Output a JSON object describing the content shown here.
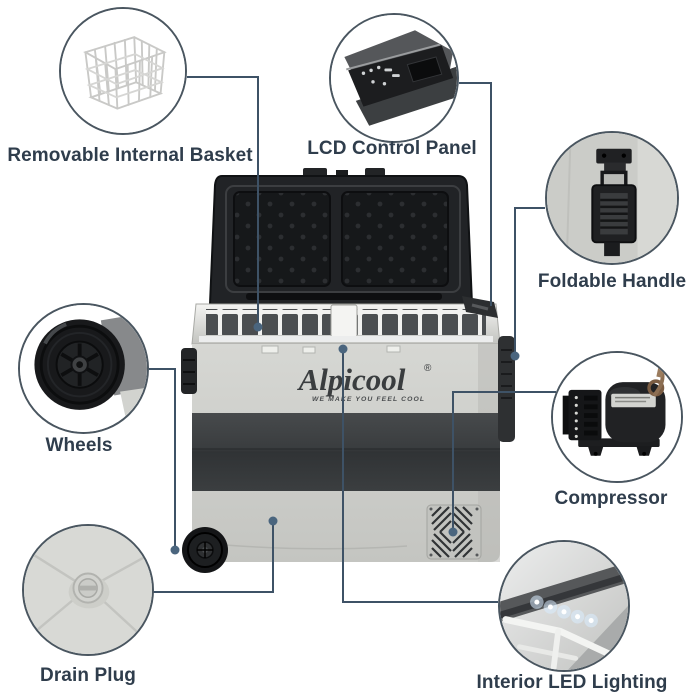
{
  "page": {
    "background": "#ffffff"
  },
  "colors": {
    "connector_line": "#3e5266",
    "connector_dot": "#4a657e",
    "circle_border": "#4a5660",
    "label_text": "#2f3d4c",
    "body_grey": "#cbccc8",
    "band_dark": "#3c3f41",
    "lid_black": "#1f2123"
  },
  "product": {
    "brand": "Alpicool",
    "registered_mark": "®",
    "tagline": "WE MAKE YOU FEEL COOL"
  },
  "features": [
    {
      "id": "basket",
      "label": "Removable Internal Basket",
      "icon": "wire-basket-icon"
    },
    {
      "id": "lcd",
      "label": "LCD Control Panel",
      "icon": "control-panel-icon"
    },
    {
      "id": "handle",
      "label": "Foldable Handle",
      "icon": "folding-handle-icon"
    },
    {
      "id": "wheels",
      "label": "Wheels",
      "icon": "wheel-icon"
    },
    {
      "id": "compressor",
      "label": "Compressor",
      "icon": "compressor-icon"
    },
    {
      "id": "drain",
      "label": "Drain Plug",
      "icon": "drain-plug-icon"
    },
    {
      "id": "led",
      "label": "Interior LED Lighting",
      "icon": "led-strip-icon"
    }
  ]
}
